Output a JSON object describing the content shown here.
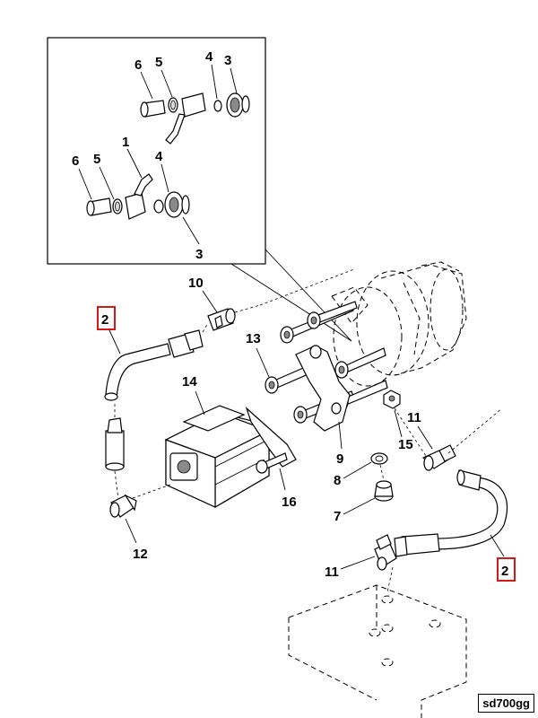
{
  "figure_code": "sd700gg",
  "callouts": {
    "inset_6a": "6",
    "inset_5a": "5",
    "inset_4a": "4",
    "inset_3a": "3",
    "inset_1": "1",
    "inset_6b": "6",
    "inset_5b": "5",
    "inset_4b": "4",
    "inset_3b": "3",
    "hose_left": "2",
    "hose_right": "2",
    "fitting_10": "10",
    "screw_13": "13",
    "pump_14": "14",
    "elbow_11a": "11",
    "elbow_11b": "11",
    "plug_15": "15",
    "bracket_9": "9",
    "washer_8": "8",
    "plug_7": "7",
    "bolt_16": "16",
    "elbow_12": "12"
  },
  "highlight_color": "#d11a1a"
}
